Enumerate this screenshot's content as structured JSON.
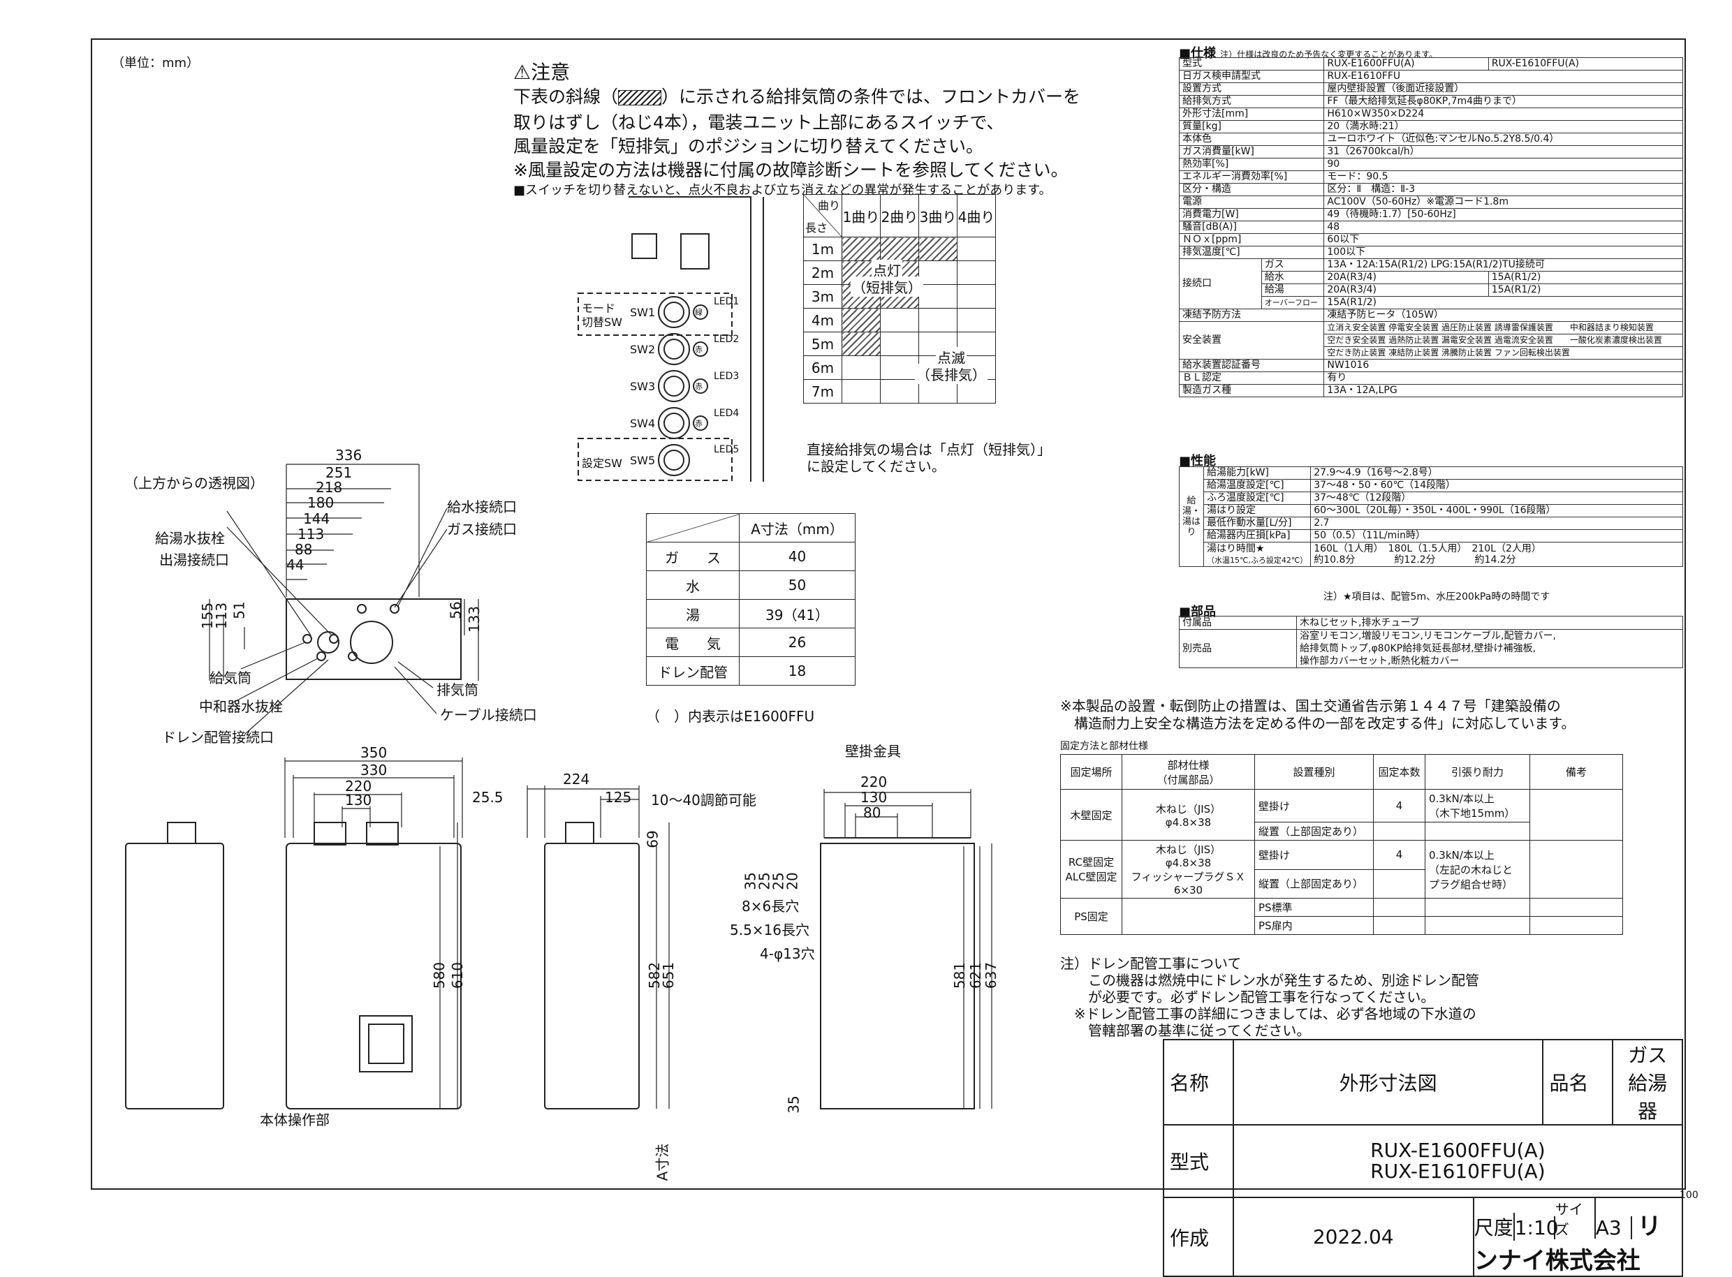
{
  "unit_label": "（単位：mm）",
  "caution": {
    "title": "注意",
    "lines": [
      "下表の斜線（",
      "）に示される給排気筒の条件では、フロントカバーを",
      "取りはずし（ねじ4本），電装ユニット上部にあるスイッチで、",
      "風量設定を「短排気」のポジションに切り替えてください。",
      "※風量設定の方法は機器に付属の故障診断シートを参照してください。",
      "■スイッチを切り替えないと、点火不良および立ち消えなどの異常が発生することがあります。"
    ]
  },
  "switch_panel": {
    "mode_label_1": "モード",
    "mode_label_2": "切替SW",
    "setting_label": "設定SW",
    "switches": [
      "SW1",
      "SW2",
      "SW3",
      "SW4",
      "SW5"
    ],
    "leds": [
      "LED1",
      "LED2",
      "LED3",
      "LED4",
      "LED5"
    ],
    "lamp_green": "緑",
    "lamp_red": "赤"
  },
  "bend_table": {
    "corner_top": "曲り",
    "corner_bottom": "長さ",
    "cols": [
      "1曲り",
      "2曲り",
      "3曲り",
      "4曲り"
    ],
    "rows": [
      "1m",
      "2m",
      "3m",
      "4m",
      "5m",
      "6m",
      "7m"
    ],
    "lit_1": "点灯",
    "lit_2": "（短排気）",
    "blink_1": "点滅",
    "blink_2": "（長排気）",
    "note_1": "直接給排気の場合は「点灯（短排気）」",
    "note_2": "に設定してください。"
  },
  "a_table": {
    "header": "A寸法（mm）",
    "rows": [
      [
        "ガ　　ス",
        "40"
      ],
      [
        "水",
        "50"
      ],
      [
        "湯",
        "39（41）"
      ],
      [
        "電　　気",
        "26"
      ],
      [
        "ドレン配管",
        "18"
      ]
    ],
    "note": "（　）内表示はE1600FFU"
  },
  "top_view": {
    "title": "（上方からの透視図）",
    "dims": [
      "336",
      "251",
      "218",
      "180",
      "144",
      "113",
      "88",
      "44",
      "155",
      "113",
      "51",
      "56",
      "133"
    ],
    "labels": [
      "給湯水抜栓",
      "出湯接続口",
      "給水接続口",
      "ガス接続口",
      "給気筒",
      "中和器水抜栓",
      "ドレン配管接続口",
      "排気筒",
      "ケーブル接続口"
    ]
  },
  "front_view": {
    "dims": [
      "350",
      "330",
      "220",
      "130",
      "580",
      "610"
    ],
    "label": "本体操作部"
  },
  "side_view": {
    "dims": [
      "25.5",
      "224",
      "125",
      "10～40調節可能",
      "69",
      "582",
      "651",
      "35"
    ],
    "a_label": "A寸法"
  },
  "bracket_view": {
    "title": "壁掛金具",
    "dims": [
      "220",
      "130",
      "80",
      "35",
      "25",
      "25",
      "20",
      "581",
      "621",
      "637"
    ],
    "holes": [
      "8×6長穴",
      "5.5×16長穴",
      "4-φ13穴"
    ]
  },
  "spec": {
    "title": "■仕様",
    "note": "注）仕様は改良のため予告なく変更することがあります。",
    "rows": [
      [
        "型式",
        "RUX-E1600FFU(A)",
        "RUX-E1610FFU(A)"
      ],
      [
        "日ガス検申請型式",
        "RUX-E1610FFU",
        ""
      ],
      [
        "設置方式",
        "屋内壁掛設置（後面近接設置）",
        ""
      ],
      [
        "給排気方式",
        "FF（最大給排気延長φ80KP,7m4曲りまで）",
        ""
      ],
      [
        "外形寸法[mm]",
        "H610×W350×D224",
        ""
      ],
      [
        "質量[kg]",
        "20（満水時:21）",
        ""
      ],
      [
        "本体色",
        "ユーロホワイト（近似色:マンセルNo.5.2Y8.5/0.4）",
        ""
      ],
      [
        "ガス消費量[kW]",
        "31（26700kcal/h）",
        ""
      ],
      [
        "熱効率[%]",
        "90",
        ""
      ],
      [
        "エネルギー消費効率[%]",
        "モード：90.5",
        ""
      ],
      [
        "区分・構造",
        "区分：Ⅱ　構造：Ⅱ-3",
        ""
      ],
      [
        "電源",
        "AC100V（50-60Hz）※電源コード1.8m",
        ""
      ],
      [
        "消費電力[W]",
        "49（待機時:1.7）[50-60Hz]",
        ""
      ],
      [
        "騒音[dB(A)]",
        "48",
        ""
      ],
      [
        "ＮＯｘ[ppm]",
        "60以下",
        ""
      ],
      [
        "排気温度[℃]",
        "100以下",
        ""
      ]
    ],
    "connection_label": "接続口",
    "connections": [
      [
        "ガス",
        "13A・12A:15A(R1/2) LPG:15A(R1/2)TU接続可",
        ""
      ],
      [
        "給水",
        "20A(R3/4)",
        "15A(R1/2)"
      ],
      [
        "給湯",
        "20A(R3/4)",
        "15A(R1/2)"
      ],
      [
        "オーバーフロー",
        "15A(R1/2)",
        ""
      ]
    ],
    "freeze_label": "凍結予防方法",
    "freeze_value": "凍結予防ヒータ（105W）",
    "safety_label": "安全装置",
    "safety_lines": [
      "立消え安全装置 停電安全装置 過圧防止装置 誘導雷保護装置　　中和器詰まり検知装置",
      "空だき安全装置 過熱防止装置 漏電安全装置 過電流安全装置　　一酸化炭素濃度検出装置",
      "空だき防止装置 凍結防止装置 沸騰防止装置 ファン回転検出装置"
    ],
    "tail_rows": [
      [
        "給水装置認証番号",
        "NW1016"
      ],
      [
        "ＢＬ認定",
        "有り"
      ],
      [
        "製造ガス種",
        "13A・12A,LPG"
      ]
    ]
  },
  "performance": {
    "title": "■性能",
    "group_label": "給湯・湯はり",
    "rows": [
      [
        "給湯能力[kW]",
        "27.9～4.9（16号～2.8号）"
      ],
      [
        "給湯温度設定[℃]",
        "37～48・50・60℃（14段階）"
      ],
      [
        "ふろ温度設定[℃]",
        "37～48℃（12段階）"
      ],
      [
        "湯はり設定",
        "60～300L（20L毎）・350L・400L・990L（16段階）"
      ],
      [
        "最低作動水量[L/分]",
        "2.7"
      ],
      [
        "給湯器内圧損[kPa]",
        "50（0.5）（11L/min時）"
      ]
    ],
    "time_label_1": "湯はり時間★",
    "time_label_2": "（水温15℃,ふろ設定42℃）",
    "time_values_1": "160L（1人用）　180L（1.5人用）　210L（2人用）",
    "time_values_2": "約10.8分　　　　約12.2分　　　　約14.2分",
    "note": "注）★項目は、配管5m、水圧200kPa時の時間です"
  },
  "parts": {
    "title": "■部品",
    "rows": [
      [
        "付属品",
        "木ねじセット,排水チューブ"
      ],
      [
        "別売品",
        "浴室リモコン,増設リモコン,リモコンケーブル,配管カバー,\n給排気筒トップ,φ80KP給排気延長部材,壁掛け補強板,\n操作部カバーセット,断熱化粧カバー"
      ]
    ]
  },
  "law_note": [
    "※本製品の設置・転倒防止の措置は、国土交通省告示第１４４７号「建築設備の",
    "　構造耐力上安全な構造方法を定める件の一部を改定する件」に対応しています。"
  ],
  "fix_table": {
    "title": "固定方法と部材仕様",
    "headers": [
      "固定場所",
      "部材仕様\n（付属部品）",
      "設置種別",
      "固定本数",
      "引張り耐力",
      "備考"
    ],
    "wood": [
      "木壁固定",
      "木ねじ（JIS）\nφ4.8×38",
      "壁掛け",
      "4",
      "0.3kN/本以上\n（木下地15mm）",
      "",
      "縦置（上部固定あり）"
    ],
    "rc": [
      "RC壁固定\nALC壁固定",
      "木ねじ（JIS）\nφ4.8×38\nフィッシャープラグＳＸ\n6×30",
      "壁掛け",
      "4",
      "0.3kN/本以上\n（左記の木ねじと\nプラグ組合せ時）",
      "",
      "縦置（上部固定あり）"
    ],
    "ps": [
      "PS固定",
      "PS標準",
      "PS扉内"
    ]
  },
  "drain_note": [
    "注）ドレン配管工事について",
    "　　この機器は燃焼中にドレン水が発生するため、別途ドレン配管",
    "　　が必要です。必ずドレン配管工事を行なってください。",
    "　※ドレン配管工事の詳細につきましては、必ず各地域の下水道の",
    "　　管轄部署の基準に従ってください。"
  ],
  "title_block": {
    "name_label": "名称",
    "name_value": "外形寸法図",
    "product_label": "品名",
    "product_value": "ガス給湯器",
    "model_label": "型式",
    "model_1": "RUX-E1600FFU(A)",
    "model_2": "RUX-E1610FFU(A)",
    "made_label": "作成",
    "made_value": "2022.04",
    "scale_label": "尺度",
    "scale_value": "1:10",
    "size_label": "サイズ",
    "size_value": "A3",
    "company": "リンナイ株式会社"
  },
  "page_number": "100"
}
